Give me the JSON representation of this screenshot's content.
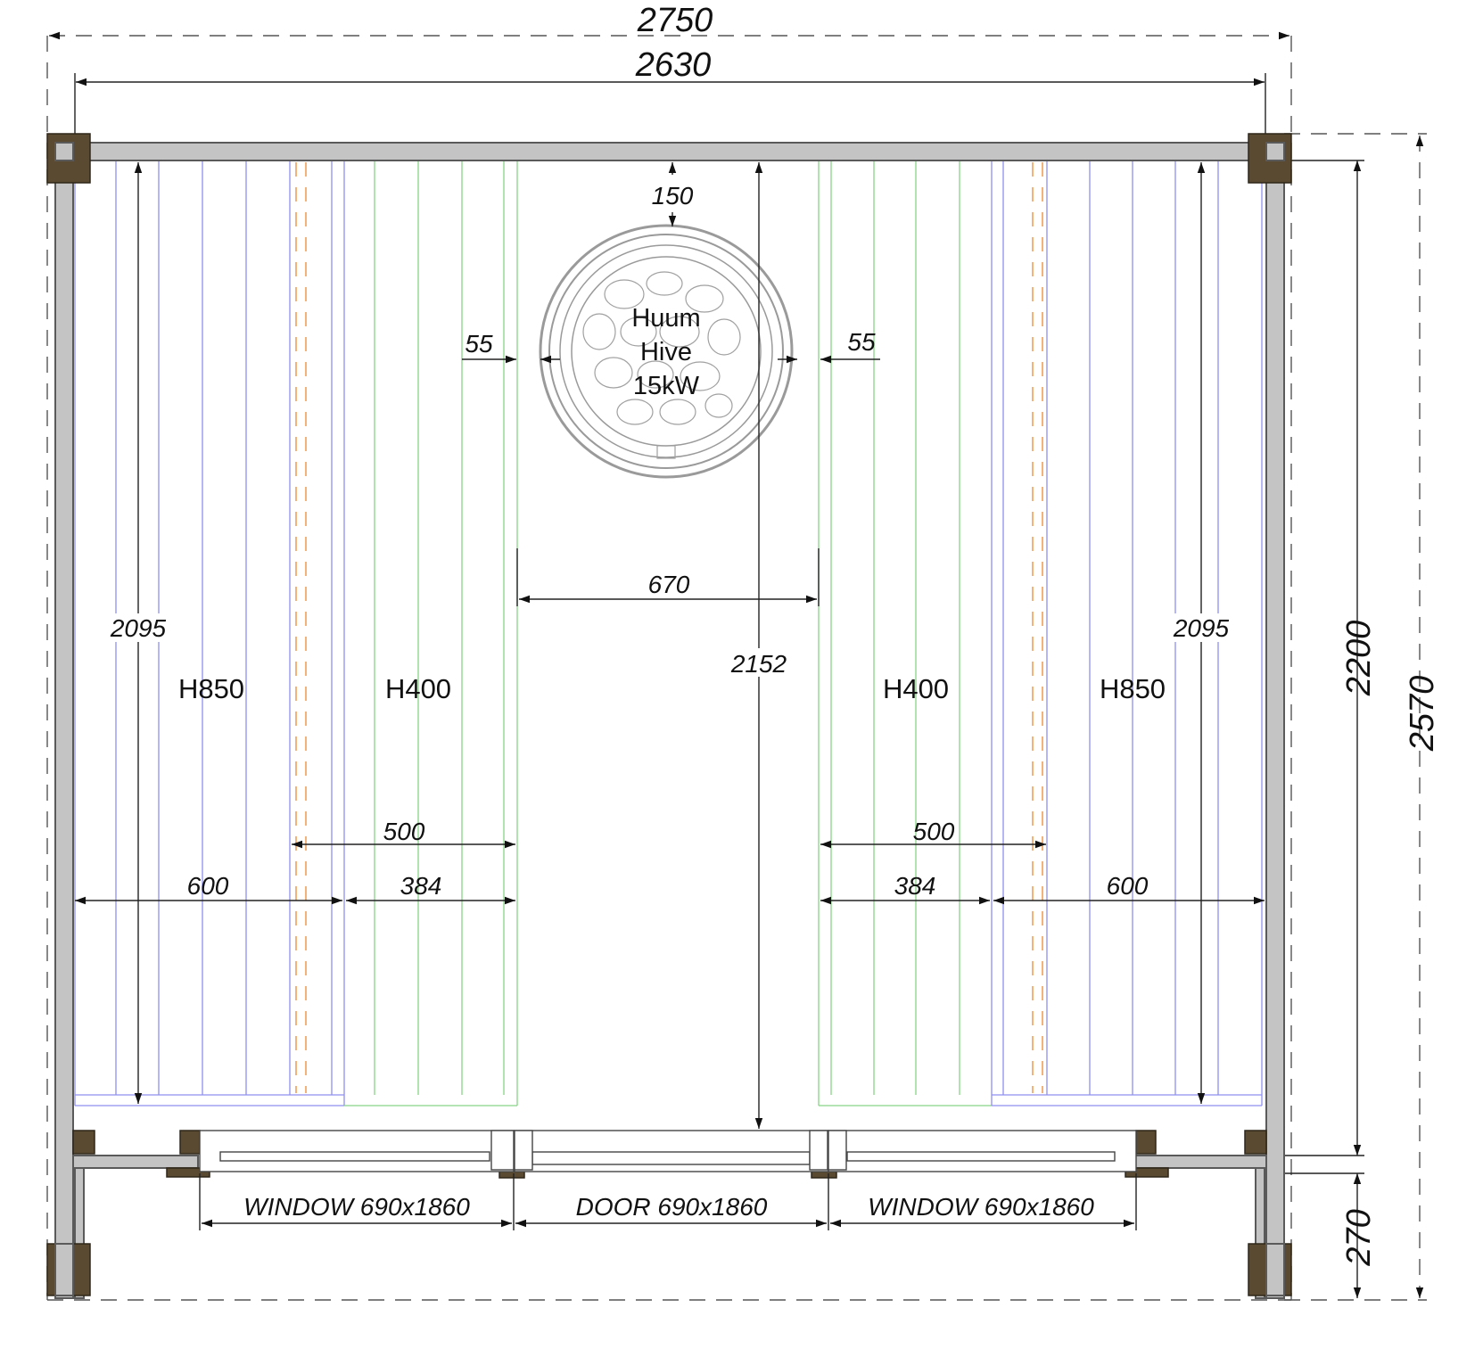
{
  "overall": {
    "outer_width": "2750",
    "inner_width": "2630",
    "outer_depth": "2570",
    "inner_depth": "2200",
    "porch_depth": "270"
  },
  "heater": {
    "line1": "Huum",
    "line2": "Hive",
    "line3": "15kW",
    "wall_clearance": "150",
    "side_clearance_left": "55",
    "side_clearance_right": "55"
  },
  "room": {
    "center_depth": "2152",
    "aisle_width": "670"
  },
  "benches": {
    "left_upper": {
      "label": "H850",
      "width": "600",
      "length": "2095"
    },
    "left_lower": {
      "label": "H400",
      "width": "384",
      "span": "500"
    },
    "right_lower": {
      "label": "H400",
      "width": "384",
      "span": "500"
    },
    "right_upper": {
      "label": "H850",
      "width": "600",
      "length": "2095"
    }
  },
  "openings": [
    {
      "label": "WINDOW 690x1860"
    },
    {
      "label": "DOOR 690x1860"
    },
    {
      "label": "WINDOW 690x1860"
    }
  ],
  "colors": {
    "wall": "#c4c4c4",
    "post": "#5a4a32",
    "bench_upper": "#8f8ff0",
    "bench_lower": "#86d486",
    "bench_support": "#f2b27a"
  }
}
